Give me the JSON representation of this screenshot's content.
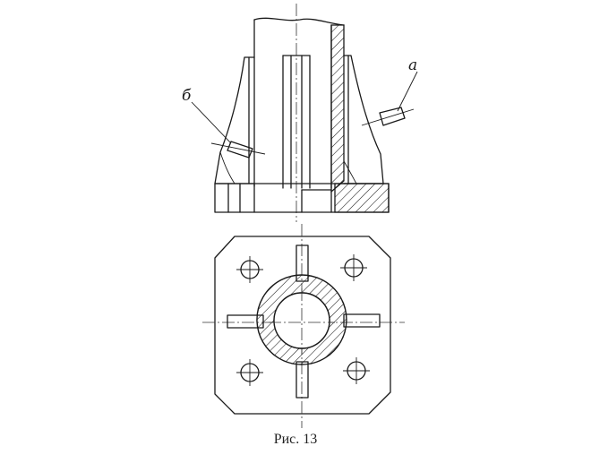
{
  "figure": {
    "caption": "Рис. 13",
    "labels": {
      "a": "a",
      "b": "б"
    }
  },
  "colors": {
    "ink": "#1a1a1a",
    "paper": "#ffffff"
  }
}
